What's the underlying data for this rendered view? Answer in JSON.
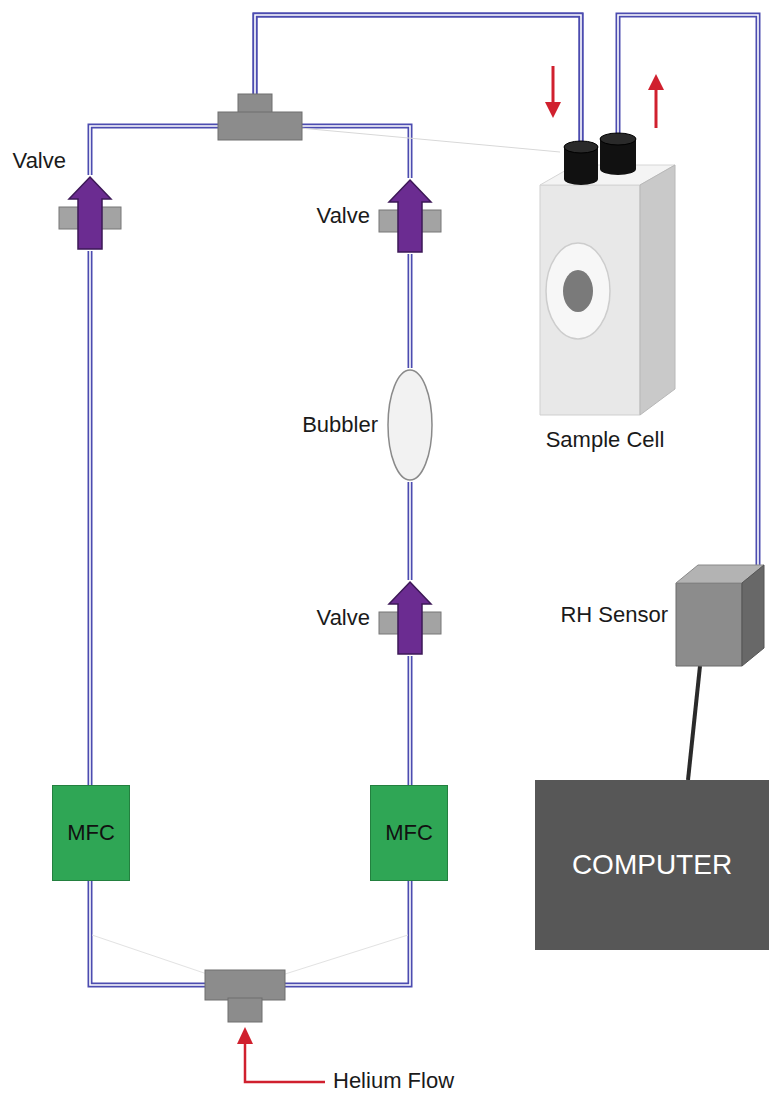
{
  "diagram": {
    "nodes": [
      {
        "text": [
          "Valve"
        ]
      },
      {
        "text": [
          "Valve"
        ]
      },
      {
        "text": [
          "Sample Cell"
        ]
      },
      {
        "text": [
          "Bubbler"
        ]
      },
      {
        "text": [
          "RH Sensor"
        ]
      },
      {
        "text": [
          "Valve"
        ]
      },
      {
        "text": [
          "MFC"
        ]
      },
      {
        "text": [
          "MFC"
        ]
      },
      {
        "text": [
          "COMPUTER"
        ]
      }
    ],
    "edges": [
      {
        "from": 6,
        "to": 0,
        "arrow": "none"
      },
      {
        "from": 7,
        "to": 5,
        "arrow": "none"
      },
      {
        "from": 5,
        "to": 3,
        "arrow": "none"
      },
      {
        "from": 3,
        "to": 1,
        "arrow": "none"
      },
      {
        "from": 0,
        "to": 2,
        "arrow": "none"
      },
      {
        "from": 1,
        "to": 2,
        "arrow": "none"
      },
      {
        "from": 2,
        "to": 4,
        "arrow": "none"
      },
      {
        "from": 4,
        "to": 8,
        "arrow": "none"
      },
      {
        "from": 6,
        "to": 7,
        "arrow": "none"
      }
    ],
    "labels": [
      "Helium Flow"
    ]
  }
}
